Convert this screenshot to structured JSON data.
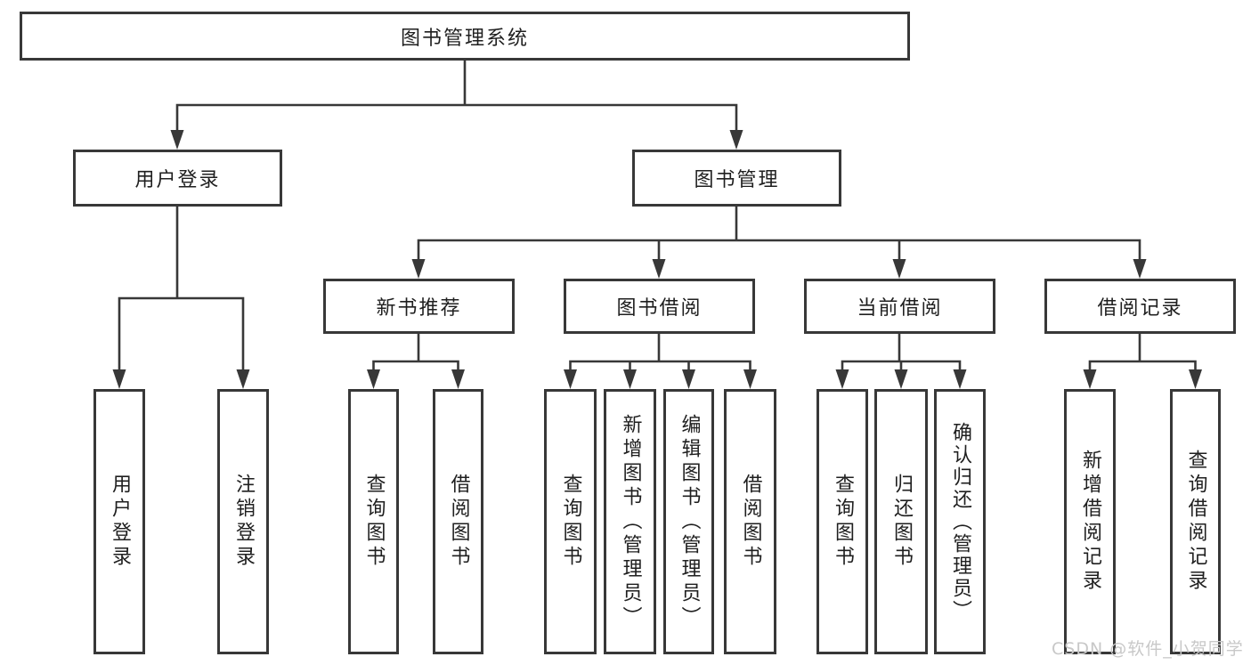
{
  "nodes": {
    "root": {
      "label": "图书管理系统"
    },
    "level2": [
      {
        "label": "用户登录"
      },
      {
        "label": "图书管理"
      }
    ],
    "level3": [
      {
        "label": "新书推荐"
      },
      {
        "label": "图书借阅"
      },
      {
        "label": "当前借阅"
      },
      {
        "label": "借阅记录"
      }
    ],
    "leaves": {
      "user_login": [
        {
          "label": "用户登录"
        },
        {
          "label": "注销登录"
        }
      ],
      "new_books": [
        {
          "label": "查询图书"
        },
        {
          "label": "借阅图书"
        }
      ],
      "book_borrow": [
        {
          "label": "查询图书"
        },
        {
          "label": "新增图书（管理员）"
        },
        {
          "label": "编辑图书（管理员）"
        },
        {
          "label": "借阅图书"
        }
      ],
      "current_borrow": [
        {
          "label": "查询图书"
        },
        {
          "label": "归还图书"
        },
        {
          "label": "确认归还（管理员）"
        }
      ],
      "borrow_records": [
        {
          "label": "新增借阅记录"
        },
        {
          "label": "查询借阅记录"
        }
      ]
    }
  },
  "watermark": {
    "text": "CSDN @软件_小贺同学"
  },
  "colors": {
    "line": "#383838",
    "text": "#1f1f1f",
    "watermark": "#c8c8c8",
    "background": "#ffffff"
  }
}
